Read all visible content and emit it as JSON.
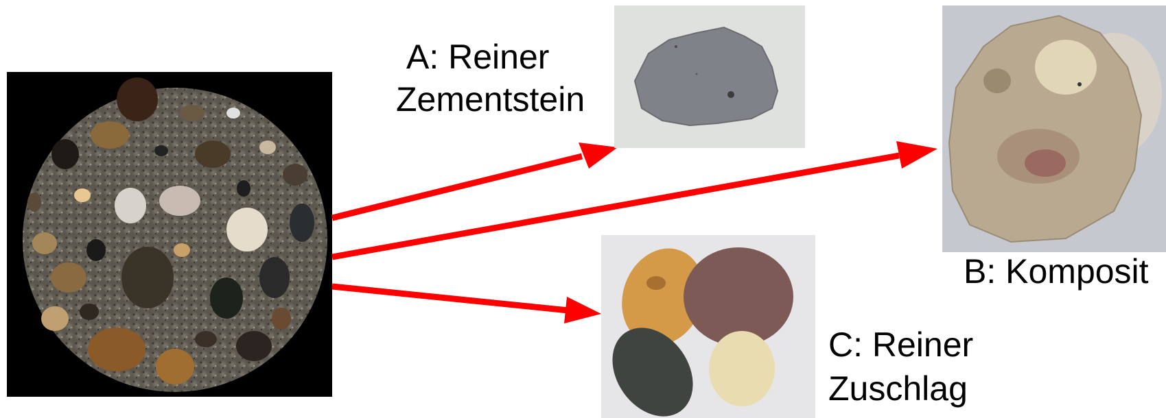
{
  "labels": {
    "a_line1": "A: Reiner",
    "a_line2": "Zementstein",
    "b": "B: Komposit",
    "c_line1": "C: Reiner",
    "c_line2": "Zuschlag"
  },
  "colors": {
    "arrow": "#ff0000",
    "background": "#ffffff",
    "thin_section_bg": "#000000",
    "cement_matrix": "#6e6a60",
    "photo_bg": "#dcdcdc"
  },
  "images": {
    "source": "concrete-thin-section",
    "a": "cement-stone-fragment",
    "b": "composite-concrete-chunk",
    "c": "aggregate-pebbles"
  }
}
